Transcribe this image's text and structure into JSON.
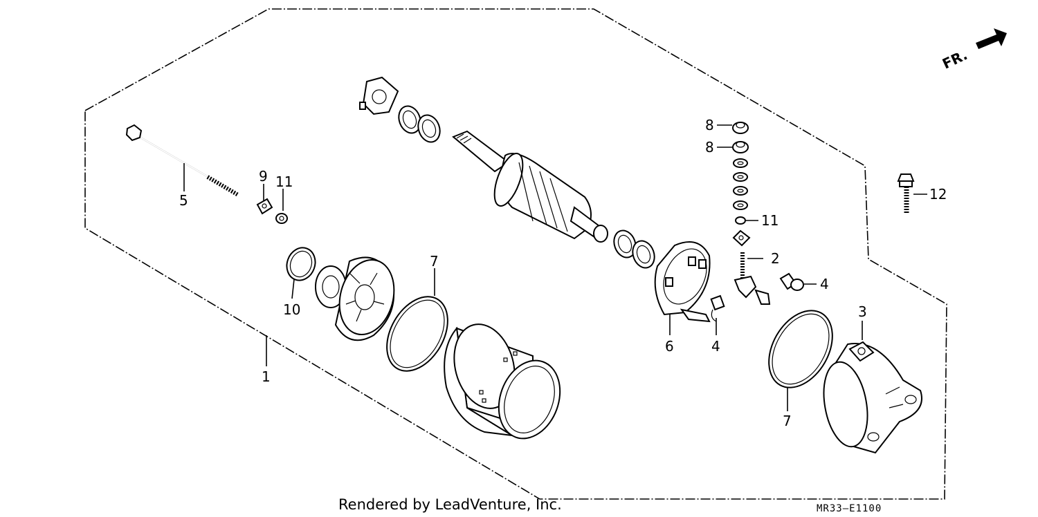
{
  "diagram": {
    "callouts": {
      "c1": "1",
      "c2": "2",
      "c3": "3",
      "c4a": "4",
      "c4b": "4",
      "c5": "5",
      "c6": "6",
      "c7a": "7",
      "c7b": "7",
      "c8a": "8",
      "c8b": "8",
      "c9": "9",
      "c10": "10",
      "c11a": "11",
      "c11b": "11",
      "c12": "12"
    },
    "direction_marker": "FR.",
    "footer": {
      "credit": "Rendered by LeadVenture, Inc.",
      "diagram_code": "MR33–E1100"
    }
  }
}
